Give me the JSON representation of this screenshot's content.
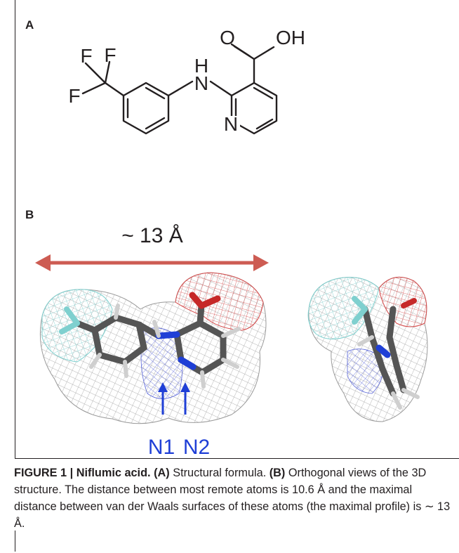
{
  "figure": {
    "panel_a_label": "A",
    "panel_b_label": "B",
    "structure_atoms": {
      "f1": "F",
      "f2": "F",
      "f3": "F",
      "h": "H",
      "n_amine": "N",
      "n_ring": "N",
      "o": "O",
      "oh": "OH"
    },
    "profile_label": "~ 13 Å",
    "n1_label": "N1",
    "n2_label": "N2",
    "colors": {
      "arrow": "#cd5c53",
      "blue": "#1f3fd6",
      "carbon": "#555555",
      "fluorine_mesh": "#7fd0cf",
      "oxygen_mesh": "#d44a4a",
      "nitrogen_mesh": "#5a66d8",
      "grey_mesh": "#9a9a9a"
    }
  },
  "caption": {
    "fig_number": "FIGURE 1 | Niflumic acid.",
    "a_tag": "(A)",
    "a_text": " Structural formula. ",
    "b_tag": "(B)",
    "b_text": " Orthogonal views of the 3D structure. The distance between most remote atoms is 10.6 Å and the maximal distance between van der Waals surfaces of these atoms (the maximal profile) is ∼ 13 Å."
  }
}
